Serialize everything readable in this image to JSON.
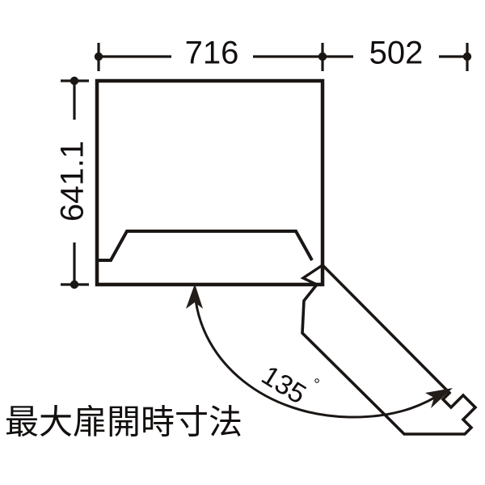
{
  "drawing": {
    "title_caption": "最大扉開時寸法",
    "units_note": "",
    "line_color": "#1a1614",
    "background_color": "#ffffff"
  },
  "dimensions": {
    "horizontal": [
      {
        "label": "716",
        "name": "cabinet-depth"
      },
      {
        "label": "502",
        "name": "door-projection"
      }
    ],
    "vertical": [
      {
        "label": "641.1",
        "name": "cabinet-width"
      }
    ],
    "angle": {
      "value": "135",
      "symbol": "°",
      "name": "door-open-angle"
    }
  },
  "chart_data": {
    "type": "table",
    "title": "最大扉開時寸法",
    "categories": [
      "716",
      "502",
      "641.1",
      "135°"
    ],
    "values": [
      716,
      502,
      641.1,
      135
    ],
    "xlabel": "",
    "ylabel": "",
    "grid": false
  }
}
